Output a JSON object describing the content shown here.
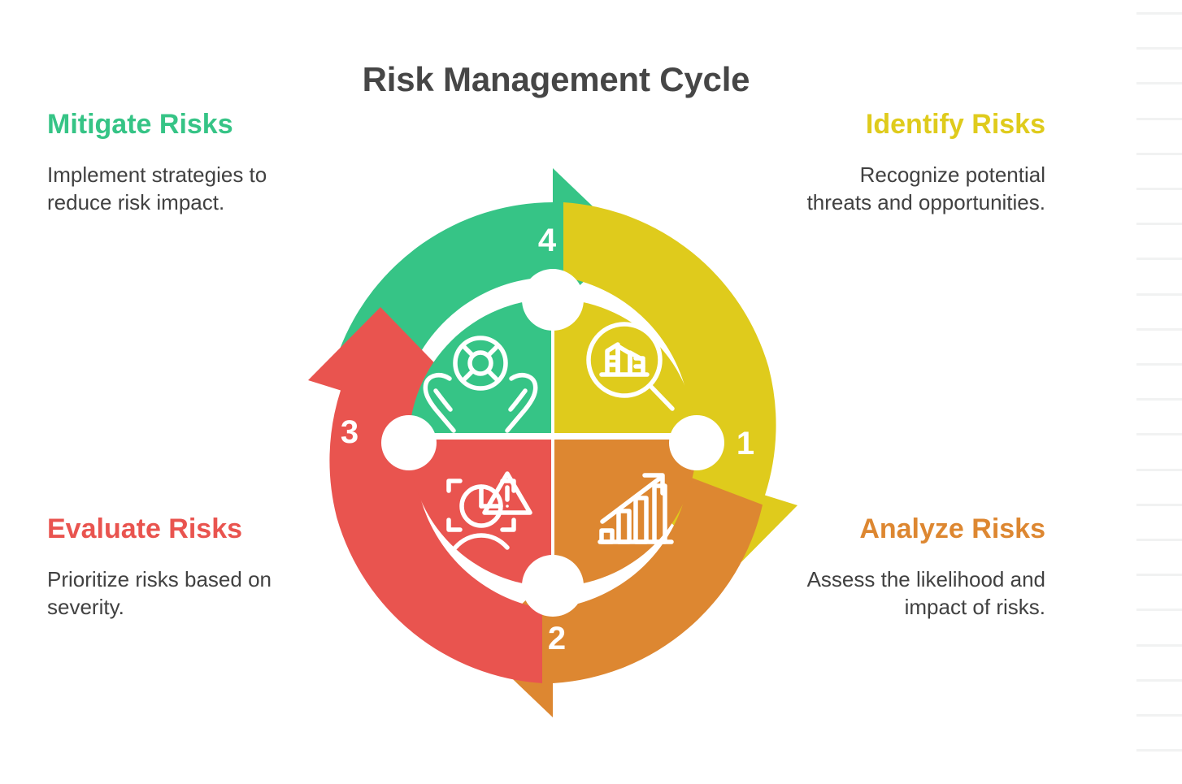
{
  "page": {
    "title": "Risk Management Cycle",
    "background": "#ffffff",
    "title_color": "#464646",
    "body_text_color": "#414141"
  },
  "colors": {
    "green": "#36C486",
    "yellow": "#DFCB1C",
    "orange": "#DD8731",
    "red": "#E9544F",
    "white": "#ffffff",
    "rule_line": "#f1f2f2"
  },
  "panels": {
    "top_left": {
      "heading": "Mitigate Risks",
      "body": "Implement strategies to reduce risk impact.",
      "color": "#36C486",
      "align": "left"
    },
    "top_right": {
      "heading": "Identify Risks",
      "body": "Recognize potential threats and opportunities.",
      "color": "#DFCB1C",
      "align": "right"
    },
    "bottom_left": {
      "heading": "Evaluate Risks",
      "body": "Prioritize risks based on severity.",
      "color": "#E9544F",
      "align": "left"
    },
    "bottom_right": {
      "heading": "Analyze Risks",
      "body": "Assess the likelihood and impact of risks.",
      "color": "#DD8731",
      "align": "right"
    }
  },
  "chart_data": {
    "type": "diagram",
    "diagram_type": "cyclical-process",
    "title": "Risk Management Cycle",
    "step_count": 4,
    "direction": "clockwise",
    "steps": [
      {
        "number": "1",
        "label": "Identify Risks",
        "description": "Recognize potential threats and opportunities.",
        "color": "#DFCB1C",
        "color_name": "yellow",
        "arrow_position": "right",
        "arrow_direction": "down",
        "quadrant": "top-right",
        "icon": "magnifier-bar-chart-icon"
      },
      {
        "number": "2",
        "label": "Analyze Risks",
        "description": "Assess the likelihood and impact of risks.",
        "color": "#DD8731",
        "color_name": "orange",
        "arrow_position": "bottom",
        "arrow_direction": "left",
        "quadrant": "bottom-right",
        "icon": "growth-bar-chart-arrow-icon"
      },
      {
        "number": "3",
        "label": "Evaluate Risks",
        "description": "Prioritize risks based on severity.",
        "color": "#E9544F",
        "color_name": "red",
        "arrow_position": "left",
        "arrow_direction": "up",
        "quadrant": "bottom-left",
        "icon": "risk-scan-warning-icon"
      },
      {
        "number": "4",
        "label": "Mitigate Risks",
        "description": "Implement strategies to reduce risk impact.",
        "color": "#36C486",
        "color_name": "green",
        "arrow_position": "top",
        "arrow_direction": "right",
        "quadrant": "top-left",
        "icon": "hands-lifebuoy-icon"
      }
    ]
  },
  "numbers": {
    "one": "1",
    "two": "2",
    "three": "3",
    "four": "4"
  }
}
